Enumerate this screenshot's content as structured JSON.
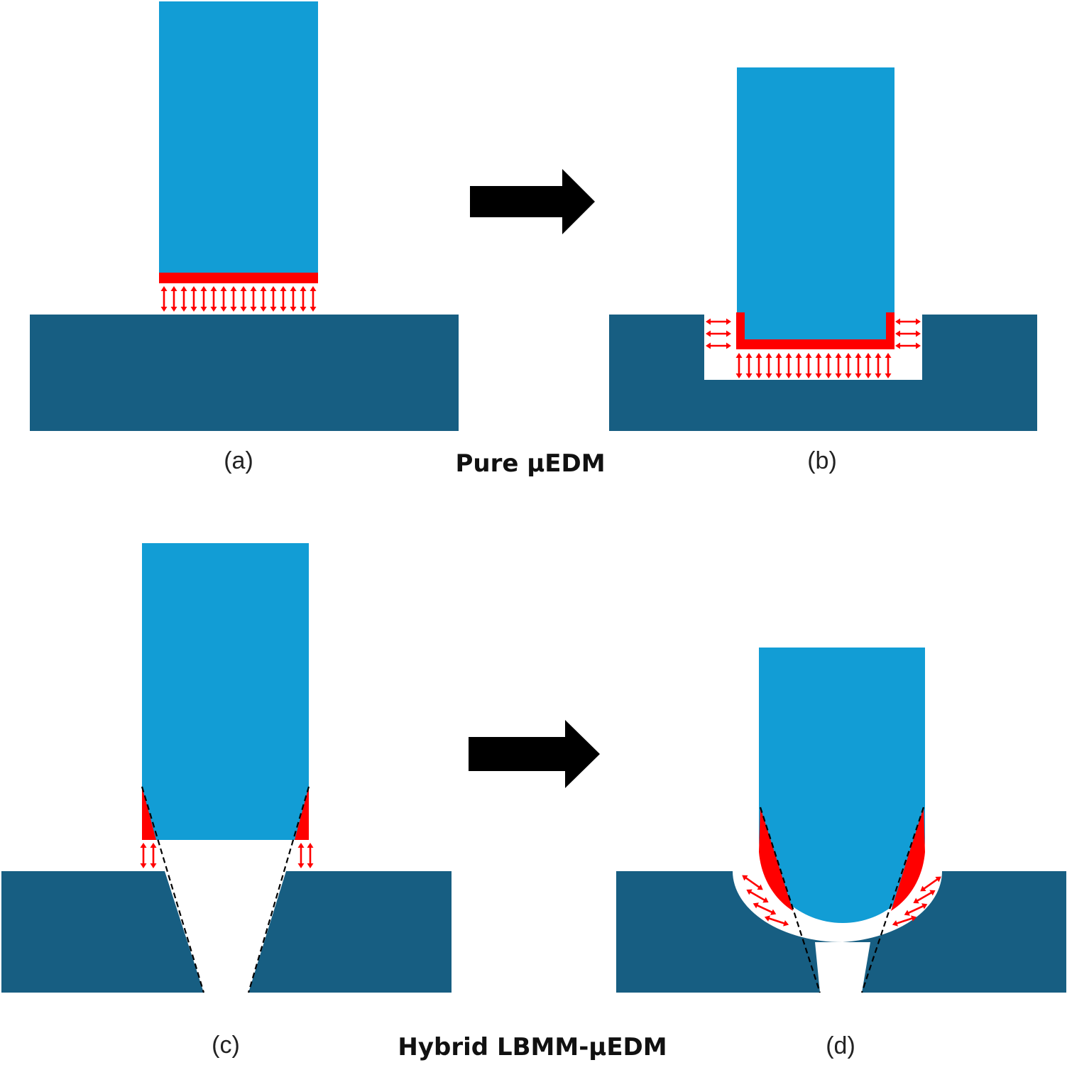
{
  "labels": {
    "a": "(a)",
    "b": "(b)",
    "c": "(c)",
    "d": "(d)"
  },
  "titles": {
    "top": "Pure μEDM",
    "bottom": "Hybrid LBMM-μEDM"
  },
  "colors": {
    "electrode": "#129dd5",
    "workpiece": "#175e82",
    "discharge": "#ff0000",
    "arrow": "#000000",
    "background": "#ffffff"
  },
  "icons": {
    "process_arrow": "thick-right-arrow-icon",
    "spark_gap": "double-headed-arrow-icon"
  }
}
